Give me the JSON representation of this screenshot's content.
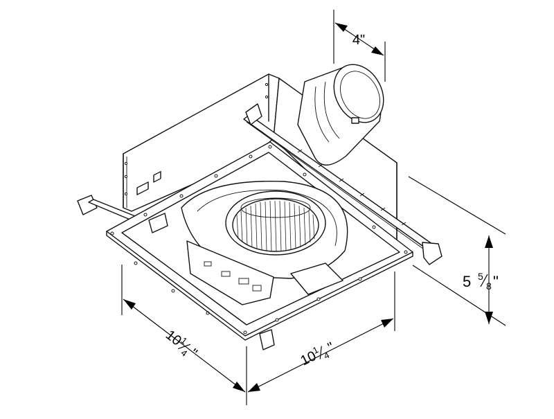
{
  "dimensions": {
    "duct_diameter": "4\"",
    "height": {
      "whole": "5",
      "num": "5",
      "den": "8",
      "unit": "\""
    },
    "width_left": {
      "whole": "10",
      "num": "1",
      "den": "4",
      "unit": "\""
    },
    "width_right": {
      "whole": "10",
      "num": "1",
      "den": "4",
      "unit": "\""
    }
  },
  "colors": {
    "line": "#111111",
    "background": "#ffffff"
  }
}
